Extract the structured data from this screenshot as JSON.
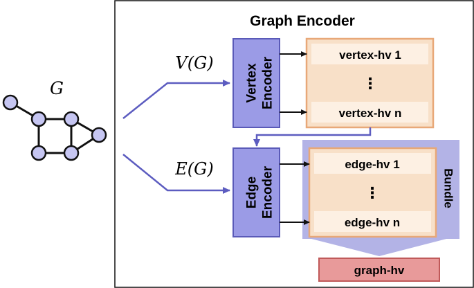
{
  "encoder": {
    "title": "Graph Encoder",
    "vertex_encoder_line1": "Vertex",
    "vertex_encoder_line2": "Encoder",
    "edge_encoder_line1": "Edge",
    "edge_encoder_line2": "Encoder",
    "bundle_label": "Bundle",
    "output_label": "graph-hv"
  },
  "graph": {
    "label": "G",
    "vertex_set_label": "V(G)",
    "edge_set_label": "E(G)"
  },
  "vertex_hvs": {
    "first": "vertex-hv 1",
    "ellipsis": "⋮",
    "last": "vertex-hv n"
  },
  "edge_hvs": {
    "first": "edge-hv 1",
    "ellipsis": "⋮",
    "last": "edge-hv n"
  },
  "colors": {
    "encoder_fill": "#9b9be6",
    "encoder_stroke": "#5a5ab8",
    "arrow_blue": "#5c5cc0",
    "hv_panel_fill": "#f8e0c8",
    "hv_panel_stroke": "#e8a878",
    "hv_row_fill": "#fdf0e3",
    "bundle_fill": "#b3b3e6",
    "output_fill": "#e89a9a",
    "output_stroke": "#c05a5a",
    "node_fill": "#c6c6f2"
  }
}
